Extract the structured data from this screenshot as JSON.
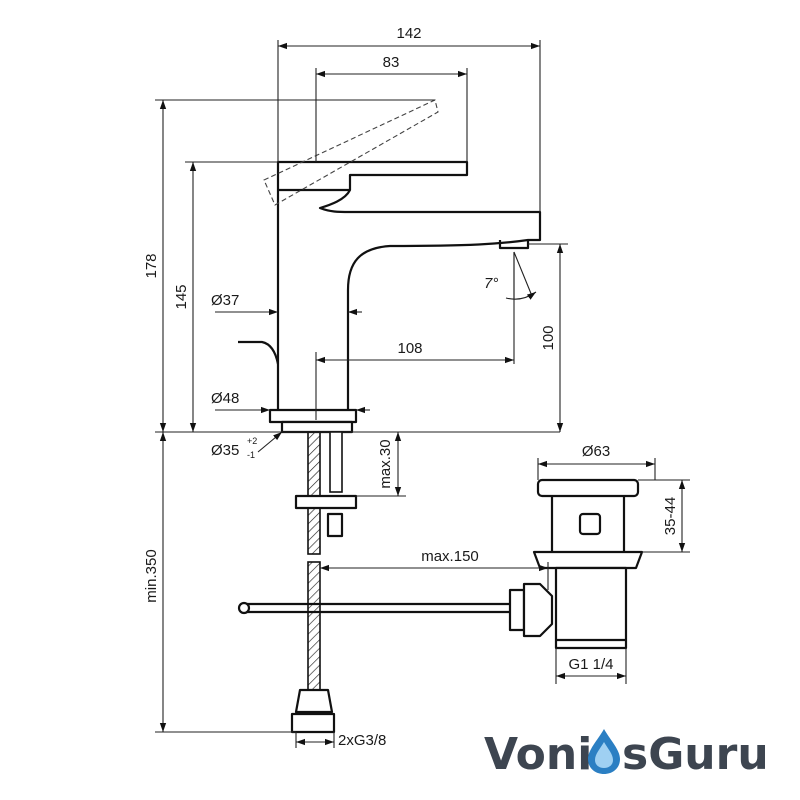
{
  "dimensions": {
    "width_total": "142",
    "lever_length": "83",
    "height_total": "178",
    "height_body": "145",
    "spout_diameter": "Ø37",
    "spout_angle": "7°",
    "spout_reach": "108",
    "spout_height": "100",
    "base_diameter": "Ø48",
    "hole_diameter": "Ø35",
    "hole_tolerance_plus": "+2",
    "hole_tolerance_minus": "-1",
    "deck_max": "max.30",
    "hose_min_length": "min.350",
    "rod_max": "max.150",
    "waste_diameter": "Ø63",
    "waste_adjust": "35-44",
    "waste_thread": "G1 1/4",
    "connections": "2xG3/8"
  },
  "brand": {
    "name_left": "Voni",
    "name_right": "sGuru",
    "colors": {
      "text": "#3d4550",
      "drop_blue": "#2b7fc3",
      "drop_light": "#9fd0f2"
    }
  }
}
